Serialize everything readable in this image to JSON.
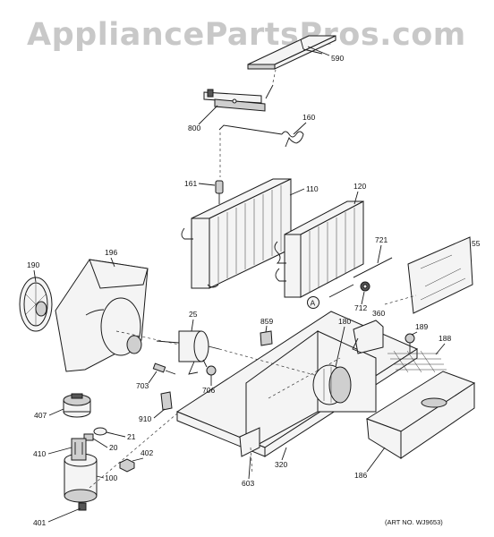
{
  "watermark": "AppliancePartsPros.com",
  "art_number": "(ART NO. WJ9653)",
  "callout_letter": "A",
  "part_labels": {
    "p590": "590",
    "p800": "800",
    "p160": "160",
    "p161": "161",
    "p110": "110",
    "p120": "120",
    "p721": "721",
    "p55": "55",
    "p190": "190",
    "p196": "196",
    "p25": "25",
    "p859": "859",
    "p180": "180",
    "p360": "360",
    "p712": "712",
    "p189": "189",
    "p188": "188",
    "p703": "703",
    "p706": "706",
    "p407": "407",
    "p910": "910",
    "p21": "21",
    "p20": "20",
    "p410": "410",
    "p402": "402",
    "p100": "100",
    "p320": "320",
    "p186": "186",
    "p603": "603",
    "p401": "401"
  }
}
